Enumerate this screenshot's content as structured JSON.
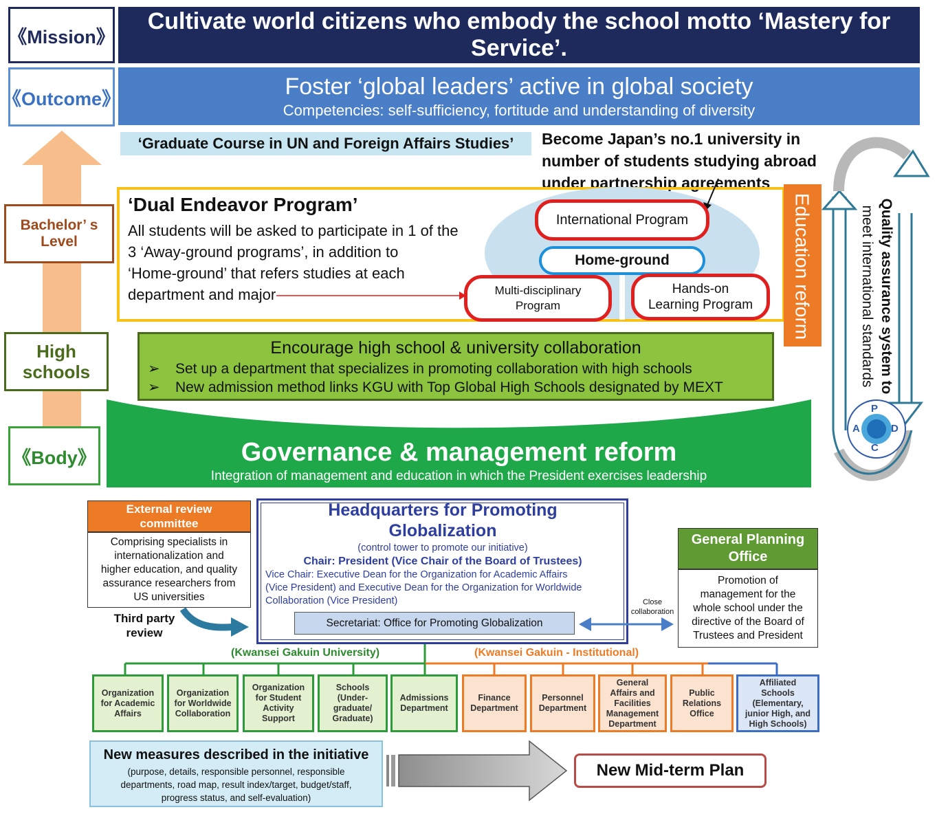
{
  "labels": {
    "mission": "《Mission》",
    "outcome": "《Outcome》",
    "bachelor_line1": "Bachelor’ s",
    "bachelor_line2": "Level",
    "high_line1": "High",
    "high_line2": "schools",
    "body": "《Body》"
  },
  "mission_text": "Cultivate world citizens who embody the school motto ‘Mastery for Service’.",
  "outcome": {
    "title": "Foster ‘global leaders’ active in global society",
    "subtitle": "Competencies: self-sufficiency, fortitude and understanding of diversity"
  },
  "graduate_course": "‘Graduate Course in UN and Foreign Affairs Studies’",
  "japan_no1": [
    "Become Japan’s no.1 university in",
    "number of students studying abroad",
    "under partnership agreements"
  ],
  "dual": {
    "title": "‘Dual Endeavor Program’",
    "lines": [
      "All students will be asked to participate in 1 of the",
      "3 ‘Away-ground programs’, in addition to",
      "‘Home-ground’ that refers studies at each",
      "department and major"
    ]
  },
  "programs": {
    "international": "International Program",
    "home": "Home-ground",
    "multi_line1": "Multi-disciplinary",
    "multi_line2": "Program",
    "hands_line1": "Hands-on",
    "hands_line2": "Learning Program"
  },
  "education_reform": "Education reform",
  "quality": {
    "line1": "Quality assurance system to",
    "line2": "meet international standards",
    "pdca": [
      "P",
      "D",
      "C",
      "A"
    ]
  },
  "highschool": {
    "title": "Encourage high school & university collaboration",
    "bullets": [
      "Set up a department that specializes in promoting collaboration with high schools",
      "New admission method links KGU with Top Global High Schools designated by MEXT"
    ]
  },
  "governance": {
    "title": "Governance & management reform",
    "subtitle": "Integration of management and education in which the President exercises leadership"
  },
  "external": {
    "title_line1": "External review",
    "title_line2": "committee",
    "body": [
      "Comprising specialists in",
      "internationalization and",
      "higher education, and quality",
      "assurance researchers from",
      "US universities"
    ],
    "third_party_line1": "Third party",
    "third_party_line2": "review"
  },
  "hq": {
    "title_line1": "Headquarters for Promoting",
    "title_line2": "Globalization",
    "subtitle": "(control tower to promote our initiative)",
    "chair": "Chair: President (Vice Chair of the Board of Trustees)",
    "vice": [
      "Vice Chair: Executive Dean for the Organization for Academic Affairs",
      "(Vice President) and Executive Dean for the Organization for Worldwide",
      "Collaboration (Vice President)"
    ],
    "secretariat": "Secretariat: Office for Promoting Globalization"
  },
  "close_collab": [
    "Close",
    "collaboration"
  ],
  "gpo": {
    "title_line1": "General Planning",
    "title_line2": "Office",
    "body": [
      "Promotion of",
      "management for the",
      "whole school under the",
      "directive of the Board of",
      "Trustees and President"
    ]
  },
  "groups": {
    "university": "(Kwansei Gakuin University)",
    "institutional": "(Kwansei Gakuin - Institutional)"
  },
  "departments": [
    [
      "Organization",
      "for Academic",
      "Affairs"
    ],
    [
      "Organization",
      "for Worldwide",
      "Collaboration"
    ],
    [
      "Organization",
      "for Student",
      "Activity",
      "Support"
    ],
    [
      "Schools",
      "(Under-",
      "graduate/",
      "Graduate)"
    ],
    [
      "Admissions",
      "Department"
    ],
    [
      "Finance",
      "Department"
    ],
    [
      "Personnel",
      "Department"
    ],
    [
      "General",
      "Affairs and",
      "Facilities",
      "Management",
      "Department"
    ],
    [
      "Public",
      "Relations",
      "Office"
    ],
    [
      "Affiliated",
      "Schools",
      "(Elementary,",
      "junior High, and",
      "High Schools)"
    ]
  ],
  "new_measures": {
    "title": "New measures described in the initiative",
    "body": [
      "(purpose, details, responsible personnel, responsible",
      "departments, road map, result index/target, budget/staff,",
      "progress status, and self-evaluation)"
    ]
  },
  "midterm": "New Mid-term Plan",
  "colors": {
    "navy": "#1f2a5c",
    "blue": "#4a7fc8",
    "green": "#55b135",
    "lightgreen": "#93c44c",
    "orange": "#ed7a24",
    "red": "#e01f1f",
    "brown": "#9e4a1c",
    "olive": "#4a6a1c"
  }
}
